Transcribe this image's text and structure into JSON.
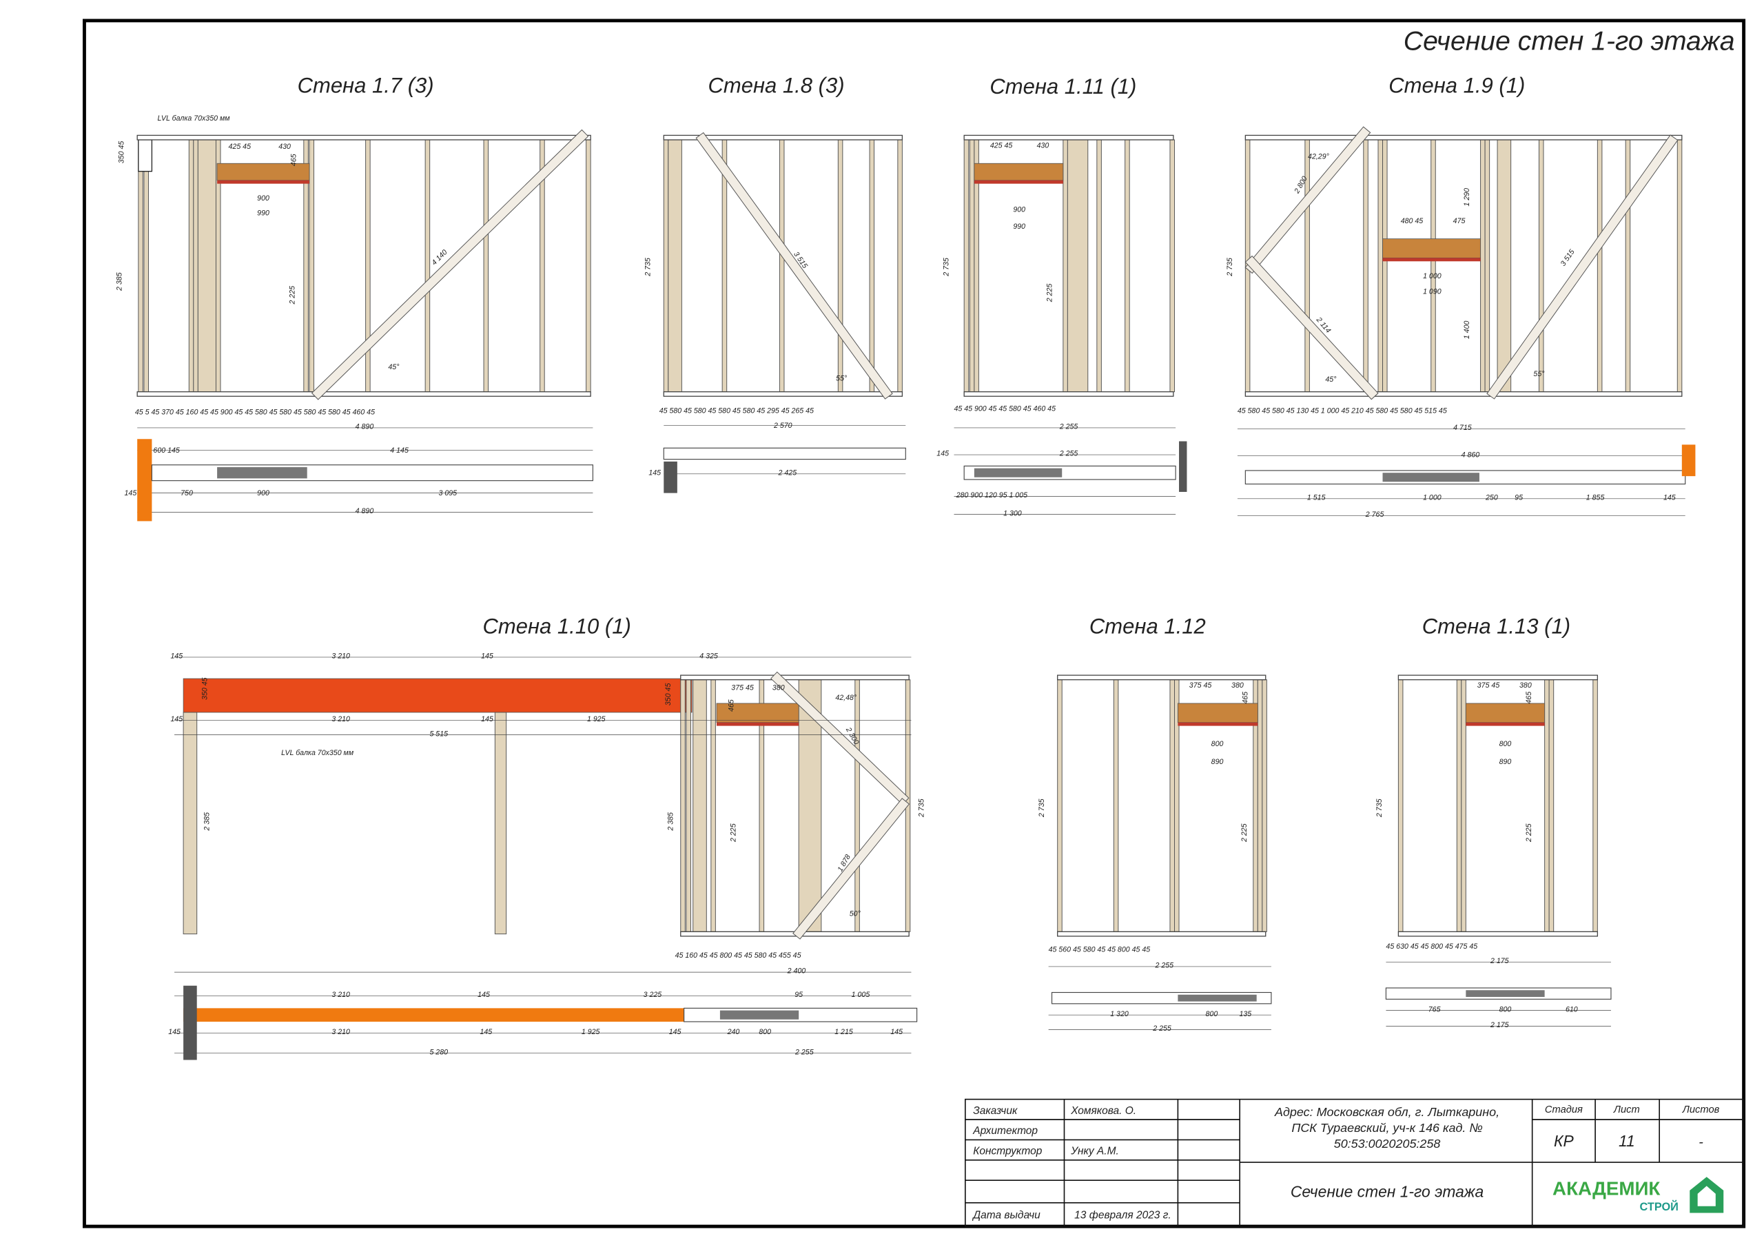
{
  "sheet_title": "Сечение стен 1-го этажа",
  "walls": {
    "w17": {
      "title": "Стена 1.7   (3)",
      "dims": [
        "LVL балка 70х350 мм",
        "350 45",
        "2 385",
        "2 225",
        "4 140",
        "45°",
        "425  45",
        "430",
        "465",
        "900",
        "990",
        "45 5 45 370 45 160 45 45      900      45 45 580 45 580 45 580 45 580 45 460 45",
        "4 890",
        "600  145",
        "4 145",
        "145",
        "750",
        "900",
        "3 095",
        "4 890"
      ]
    },
    "w18": {
      "title": "Стена 1.8   (3)",
      "dims": [
        "2 735",
        "3 515",
        "55°",
        "45  580  45  580  45  580  45  580  45 295 45 265 45",
        "2 570",
        "145",
        "2 425"
      ]
    },
    "w111": {
      "title": "Стена 1.11   (1)",
      "dims": [
        "2 735",
        "425  45",
        "430",
        "900",
        "990",
        "2 225",
        "45 45   900   45 45  580  45  460  45",
        "2 255",
        "145",
        "2 255",
        "280     900     120   95     1 005",
        "1 300"
      ]
    },
    "w19": {
      "title": "Стена 1.9   (1)",
      "dims": [
        "42,29°",
        "2 800",
        "2 735",
        "480  45",
        "475",
        "1 290",
        "1 000",
        "1 090",
        "1 400",
        "2 114",
        "3 515",
        "45°",
        "55°",
        "45 580 45 580 45 130 45   1 000   45 210 45 580 45 580 45 515 45",
        "4 715",
        "4 860",
        "1 515",
        "1 000",
        "250",
        "95",
        "1 855",
        "145",
        "2 765"
      ]
    },
    "w110": {
      "title": "Стена 1.10   (1)",
      "dims": [
        "145",
        "3 210",
        "145",
        "4 325",
        "350 45",
        "350 45",
        "145",
        "3 210",
        "145",
        "1 925",
        "5 515",
        "LVL балка 70х350 мм",
        "2 385",
        "2 385",
        "375 45",
        "380",
        "465",
        "42,48°",
        "2 300",
        "2 225",
        "2 735",
        "1 878",
        "50°",
        "45 160 45 45  800  45 45 580 45 455 45",
        "2 400",
        "3 210",
        "145",
        "3 225",
        "95",
        "1 005",
        "145",
        "3 210",
        "145",
        "1 925",
        "145",
        "240",
        "800",
        "1 215",
        "145",
        "5 280",
        "2 255"
      ]
    },
    "w112": {
      "title": "Стена 1.12",
      "dims": [
        "2 735",
        "375 45",
        "380",
        "465",
        "800",
        "890",
        "2 225",
        "45  560  45  580  45 45  800  45 45",
        "2 255",
        "1 320",
        "800",
        "135",
        "2 255"
      ]
    },
    "w113": {
      "title": "Стена 1.13   (1)",
      "dims": [
        "2 735",
        "375 45",
        "380",
        "465",
        "800",
        "890",
        "2 225",
        "45  630  45 45  800  45  475  45",
        "2 175",
        "765",
        "800",
        "610",
        "2 175"
      ]
    }
  },
  "title_block": {
    "customer_label": "Заказчик",
    "customer_value": "Хомякова. О.",
    "architect_label": "Архитектор",
    "architect_value": "",
    "constructor_label": "Конструктор",
    "constructor_value": "Унку А.М.",
    "date_label": "Дата выдачи",
    "date_value": "13 февраля 2023 г.",
    "address_line1": "Адрес: Московская обл, г. Лыткарино,",
    "address_line2": "ПСК Тураевский, уч-к 146 кад. №",
    "address_line3": "50:53:0020205:258",
    "stage_label": "Стадия",
    "sheet_label": "Лист",
    "sheets_label": "Листов",
    "stage_value": "КР",
    "sheet_value": "11",
    "sheets_value": "-",
    "drawing_name": "Сечение стен 1-го этажа",
    "logo_main": "АКАДЕМИК",
    "logo_sub": "СТРОЙ"
  },
  "colors": {
    "header": "#c8843c",
    "lintel": "#c0392b",
    "lvl_beam": "#e84a1a",
    "plan_beam": "#f07a10",
    "logo": "#3aa845"
  }
}
